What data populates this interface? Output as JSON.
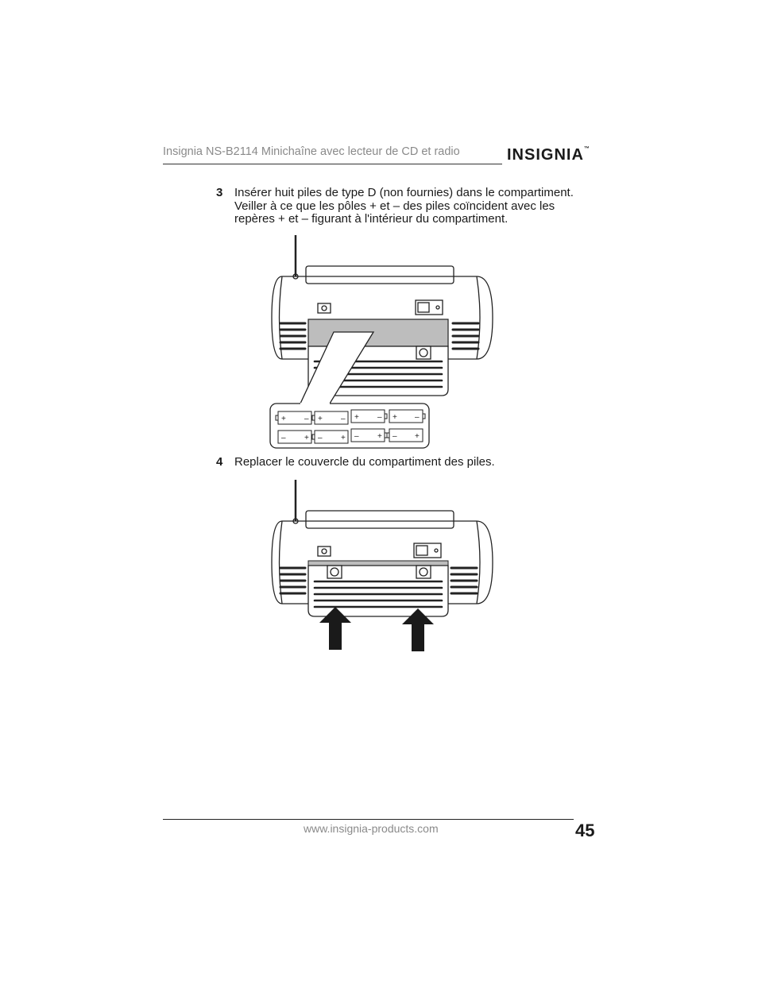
{
  "header": {
    "title": "Insignia NS-B2114 Minichaîne avec lecteur de CD et radio",
    "brand": "INSIGNIA",
    "trademark": "™"
  },
  "steps": [
    {
      "number": "3",
      "lines": [
        "Insérer huit piles de type D (non fournies) dans le compartiment.",
        "Veiller à ce que les pôles + et – des piles coïncident avec les",
        "repères + et – figurant à l'intérieur du compartiment."
      ]
    },
    {
      "number": "4",
      "lines": [
        "Replacer le couvercle du compartiment des piles."
      ]
    }
  ],
  "battery_labels": {
    "top_row": [
      [
        "+",
        "–"
      ],
      [
        "+",
        "–"
      ],
      [
        "+",
        "–"
      ],
      [
        "+",
        "–"
      ]
    ],
    "bottom_row": [
      [
        "–",
        "+"
      ],
      [
        "–",
        "+"
      ],
      [
        "–",
        "+"
      ],
      [
        "–",
        "+"
      ]
    ]
  },
  "footer": {
    "url": "www.insignia-products.com",
    "page_number": "45"
  }
}
